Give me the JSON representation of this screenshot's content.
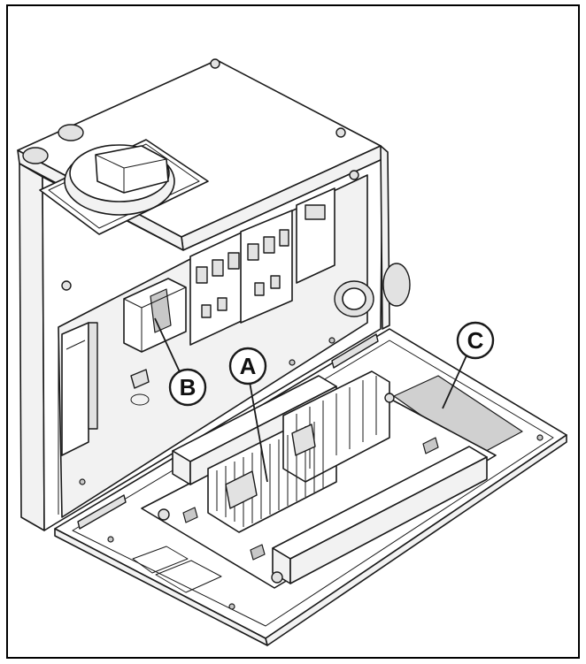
{
  "callouts": {
    "a": {
      "label": "A",
      "part": "terminal-block"
    },
    "b": {
      "label": "B",
      "part": "circuit-breaker"
    },
    "c": {
      "label": "C",
      "part": "label-plate"
    }
  },
  "colors": {
    "line": "#1a1a1a",
    "panel": "#ffffff",
    "label_plate": "#d0d0d0",
    "frame": "#000000"
  }
}
